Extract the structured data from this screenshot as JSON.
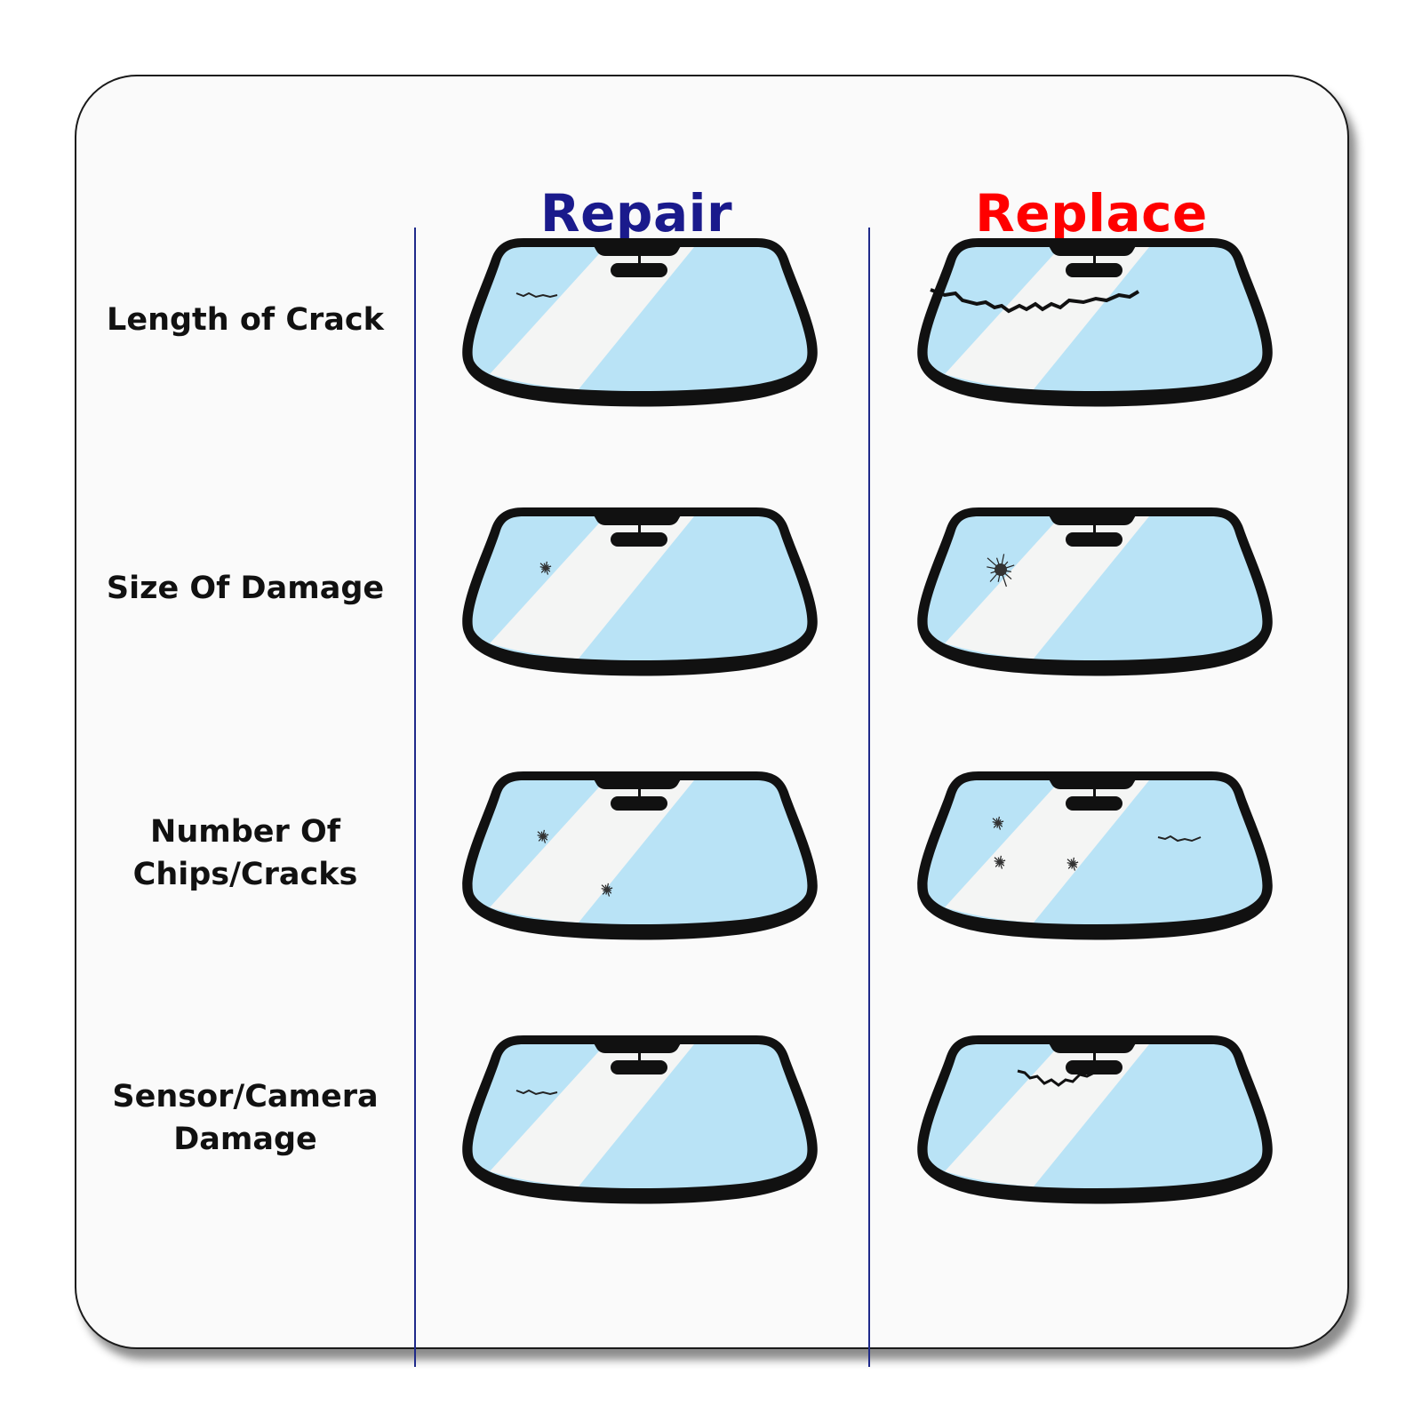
{
  "columns": {
    "repair": {
      "label": "Repair",
      "color": "#1a1a8c"
    },
    "replace": {
      "label": "Replace",
      "color": "#ff0000"
    }
  },
  "rows": [
    {
      "label_lines": [
        "Length of Crack"
      ],
      "repair_damage": "small-crack",
      "replace_damage": "long-crack"
    },
    {
      "label_lines": [
        "Size Of Damage"
      ],
      "repair_damage": "small-chip",
      "replace_damage": "large-chip"
    },
    {
      "label_lines": [
        "Number Of",
        "Chips/Cracks"
      ],
      "repair_damage": "two-chips",
      "replace_damage": "multiple-chips-and-crack"
    },
    {
      "label_lines": [
        "Sensor/Camera",
        "Damage"
      ],
      "repair_damage": "small-crack",
      "replace_damage": "crack-near-camera"
    }
  ],
  "colors": {
    "glass": "#b9e3f6",
    "glare": "#f4f5f4",
    "frame": "#111111",
    "divider": "#1f2a8a"
  }
}
